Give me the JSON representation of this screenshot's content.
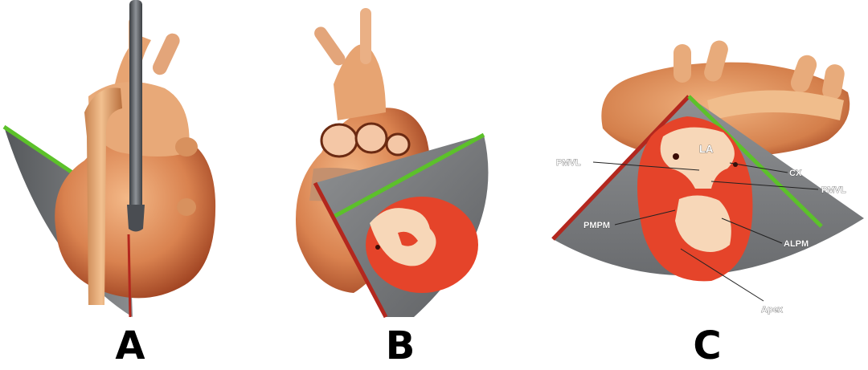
{
  "panels": [
    {
      "letter": "A"
    },
    {
      "letter": "B"
    },
    {
      "letter": "C"
    }
  ],
  "labels": {
    "la": "LA",
    "pmvl_left": "PMVL",
    "cx": "CX",
    "pmvl_right": "PMVL",
    "pmpm": "PMPM",
    "alpm": "ALPM",
    "apex": "Apex"
  },
  "colors": {
    "heart": "#e39a66",
    "heart_dark": "#b5562e",
    "sector": "#6f7173",
    "sector_edge_green": "#5cc12a",
    "sector_edge_red": "#b3271e",
    "myocardium": "#e5442a",
    "cavity": "#f7d7b8",
    "probe": "#5a5d62"
  }
}
